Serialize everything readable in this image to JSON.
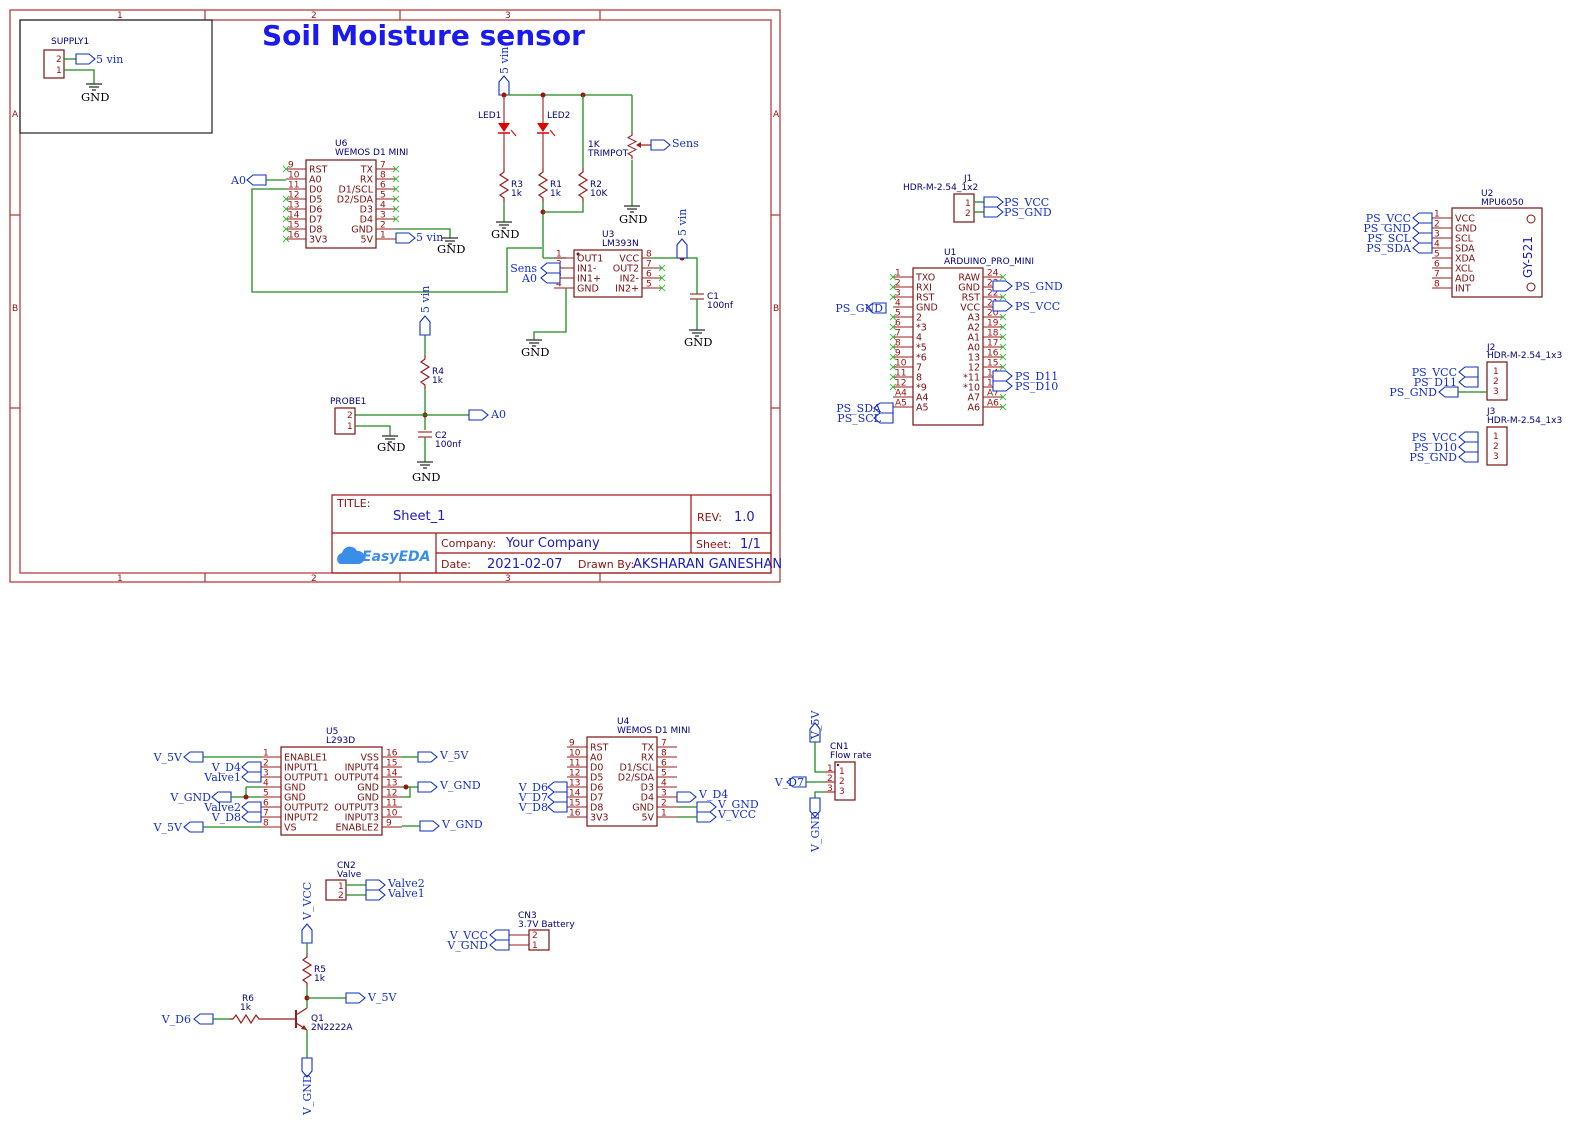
{
  "sheet": {
    "title": "Soil Moisture sensor",
    "title_label": "TITLE:",
    "sheet_name": "Sheet_1",
    "rev_label": "REV:",
    "rev": "1.0",
    "company_label": "Company:",
    "company": "Your Company",
    "sheet_label": "Sheet:",
    "sheet_num": "1/1",
    "date_label": "Date:",
    "date": "2021-02-07",
    "drawn_label": "Drawn By:",
    "drawn_by": "AKSHARAN GANESHAN",
    "logo": "EasyEDA",
    "zones_cols": [
      "1",
      "2",
      "3"
    ],
    "zones_rows": [
      "A",
      "B"
    ]
  },
  "supply": {
    "ref": "SUPPLY1",
    "pins": [
      "2",
      "1"
    ],
    "net_vin": "5 vin",
    "net_gnd": "GND"
  },
  "u6": {
    "ref": "U6",
    "name": "WEMOS D1 MINI",
    "left_nums": [
      "9",
      "10",
      "11",
      "12",
      "13",
      "14",
      "15",
      "16"
    ],
    "left_names": [
      "RST",
      "A0",
      "D0",
      "D5",
      "D6",
      "D7",
      "D8",
      "3V3"
    ],
    "right_nums": [
      "7",
      "8",
      "6",
      "5",
      "4",
      "3",
      "2",
      "1"
    ],
    "right_names": [
      "TX",
      "RX",
      "D1/SCL",
      "D2/SDA",
      "D3",
      "D4",
      "GND",
      "5V"
    ],
    "net_a0": "A0",
    "net_vin": "5 vin",
    "net_gnd": "GND"
  },
  "leds": {
    "led1": "LED1",
    "led2": "LED2",
    "net_vin": "5 vin",
    "r3": "R3",
    "r3v": "1k",
    "r1": "R1",
    "r1v": "1k",
    "r2": "R2",
    "r2v": "10K",
    "pot": "1K",
    "pot2": "TRIMPOT",
    "net_sens": "Sens",
    "gnd": "GND"
  },
  "u3": {
    "ref": "U3",
    "name": "LM393N",
    "left_nums": [
      "1",
      "2",
      "3",
      "4"
    ],
    "left_names": [
      "OUT1",
      "IN1-",
      "IN1+",
      "GND"
    ],
    "right_nums": [
      "8",
      "7",
      "6",
      "5"
    ],
    "right_names": [
      "VCC",
      "OUT2",
      "IN2-",
      "IN2+"
    ],
    "net_sens": "Sens",
    "net_a0": "A0",
    "net_vin": "5 vin",
    "gnd": "GND",
    "c1": "C1",
    "c1v": "100nf"
  },
  "probe": {
    "ref": "PROBE1",
    "pins": [
      "2",
      "1"
    ],
    "net_vin": "5 vin",
    "r4": "R4",
    "r4v": "1k",
    "c2": "C2",
    "c2v": "100nf",
    "net_a0": "A0",
    "gnd": "GND"
  },
  "j1": {
    "ref": "J1",
    "name": "HDR-M-2.54_1x2",
    "pins": [
      "1",
      "2"
    ],
    "nets": [
      "PS_VCC",
      "PS_GND"
    ]
  },
  "u1": {
    "ref": "U1",
    "name": "ARDUINO_PRO_MINI",
    "left_nums": [
      "1",
      "2",
      "3",
      "4",
      "5",
      "6",
      "7",
      "8",
      "9",
      "10",
      "11",
      "12",
      "A4",
      "A5"
    ],
    "left_names": [
      "TXO",
      "RXI",
      "RST",
      "GND",
      "2",
      "*3",
      "4",
      "*5",
      "*6",
      "7",
      "8",
      "*9",
      "A4",
      "A5"
    ],
    "right_nums": [
      "24",
      "23",
      "22",
      "21",
      "20",
      "19",
      "18",
      "17",
      "16",
      "15",
      "14",
      "13",
      "A7",
      "A6"
    ],
    "right_names": [
      "RAW",
      "GND",
      "RST",
      "VCC",
      "A3",
      "A2",
      "A1",
      "A0",
      "13",
      "12",
      "*11",
      "*10",
      "A7",
      "A6"
    ],
    "net_ps_gnd_l": "PS_GND",
    "net_sda": "PS_SDA",
    "net_scl": "PS_SCL",
    "net_gnd_r": "PS_GND",
    "net_vcc_r": "PS_VCC",
    "net_d11": "PS_D11",
    "net_d10": "PS_D10"
  },
  "u2": {
    "ref": "U2",
    "name": "MPU6050",
    "module": "GY-521",
    "nums": [
      "1",
      "2",
      "3",
      "4",
      "5",
      "6",
      "7",
      "8"
    ],
    "names": [
      "VCC",
      "GND",
      "SCL",
      "SDA",
      "XDA",
      "XCL",
      "AD0",
      "INT"
    ],
    "nets": [
      "PS_VCC",
      "PS_GND",
      "PS_SCL",
      "PS_SDA"
    ]
  },
  "j2": {
    "ref": "J2",
    "name": "HDR-M-2.54_1x3",
    "pins": [
      "1",
      "2",
      "3"
    ],
    "nets": [
      "PS_VCC",
      "PS_D11",
      "PS_GND"
    ]
  },
  "j3": {
    "ref": "J3",
    "name": "HDR-M-2.54_1x3",
    "pins": [
      "1",
      "2",
      "3"
    ],
    "nets": [
      "PS_VCC",
      "PS_D10",
      "PS_GND"
    ]
  },
  "u5": {
    "ref": "U5",
    "name": "L293D",
    "left_nums": [
      "1",
      "2",
      "3",
      "4",
      "5",
      "6",
      "7",
      "8"
    ],
    "left_names": [
      "ENABLE1",
      "INPUT1",
      "OUTPUT1",
      "GND",
      "GND",
      "OUTPUT2",
      "INPUT2",
      "VS"
    ],
    "right_nums": [
      "16",
      "15",
      "14",
      "13",
      "12",
      "11",
      "10",
      "9"
    ],
    "right_names": [
      "VSS",
      "INPUT4",
      "OUTPUT4",
      "GND",
      "GND",
      "OUTPUT3",
      "INPUT3",
      "ENABLE2"
    ],
    "net_v5_a": "V_5V",
    "net_d4": "V_D4",
    "net_valve1": "Valve1",
    "net_vgnd": "V_GND",
    "net_valve2": "Valve2",
    "net_d8": "V_D8",
    "net_v5_b": "V_5V",
    "net_v5_r": "V_5V",
    "net_vgnd_r1": "V_GND",
    "net_vgnd_r2": "V_GND"
  },
  "u4": {
    "ref": "U4",
    "name": "WEMOS D1 MINI",
    "left_nums": [
      "9",
      "10",
      "11",
      "12",
      "13",
      "14",
      "15",
      "16"
    ],
    "left_names": [
      "RST",
      "A0",
      "D0",
      "D5",
      "D6",
      "D7",
      "D8",
      "3V3"
    ],
    "right_nums": [
      "7",
      "8",
      "6",
      "5",
      "4",
      "3",
      "2",
      "1"
    ],
    "right_names": [
      "TX",
      "RX",
      "D1/SCL",
      "D2/SDA",
      "D3",
      "D4",
      "GND",
      "5V"
    ],
    "net_d6": "V_D6",
    "net_d7": "V_D7",
    "net_d8": "V_D8",
    "net_d4": "V_D4",
    "net_gnd": "V_GND",
    "net_vcc": "V_VCC"
  },
  "cn1": {
    "ref": "CN1",
    "name": "Flow rate",
    "pins": [
      "1",
      "2",
      "3"
    ],
    "net_5v": "V_5V",
    "net_d7": "V_D7",
    "net_gnd": "V_GND"
  },
  "cn2": {
    "ref": "CN2",
    "name": "Valve",
    "pins": [
      "1",
      "2"
    ],
    "nets": [
      "Valve2",
      "Valve1"
    ]
  },
  "cn3": {
    "ref": "CN3",
    "name": "3.7V Battery",
    "pins": [
      "2",
      "1"
    ],
    "nets": [
      "V_VCC",
      "V_GND"
    ]
  },
  "q1": {
    "ref": "Q1",
    "name": "2N2222A",
    "r5": "R5",
    "r5v": "1k",
    "r6": "R6",
    "r6v": "1k",
    "net_vcc": "V_VCC",
    "net_5v": "V_5V",
    "net_d6": "V_D6",
    "net_gnd": "V_GND"
  }
}
